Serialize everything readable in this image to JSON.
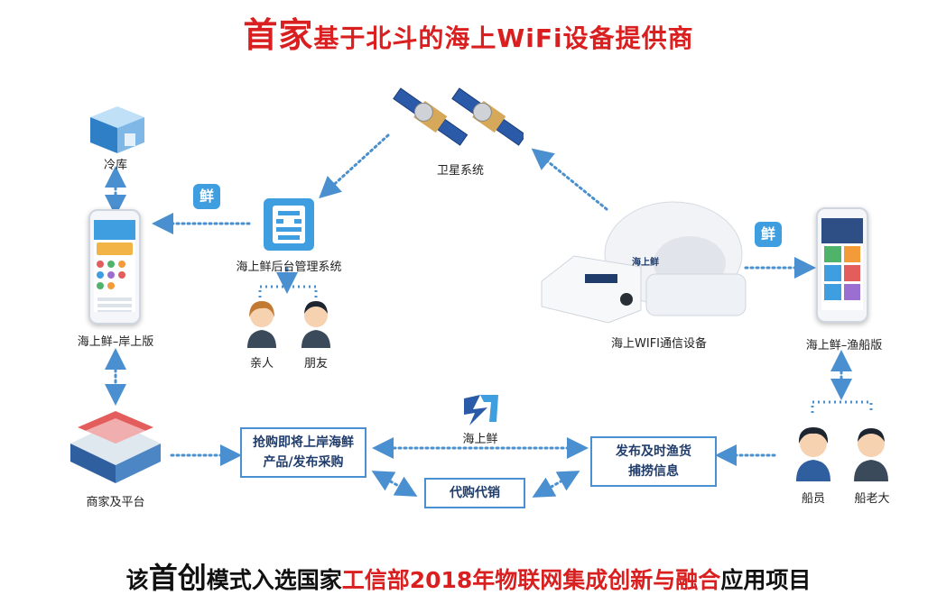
{
  "title": {
    "red_big": "首家",
    "rest": "基于北斗的海上WiFi设备提供商"
  },
  "labels": {
    "satellite": "卫星系统",
    "cold_storage": "冷库",
    "backend": "海上鲜后台管理系统",
    "shore_app": "海上鲜–岸上版",
    "wifi_device": "海上WIFI通信设备",
    "boat_app": "海上鲜–渔船版",
    "relatives": "亲人",
    "friends": "朋友",
    "brand": "海上鲜",
    "merchants": "商家及平台",
    "crew": "船员",
    "captain": "船老大",
    "app_icon_char": "鲜",
    "device_logo": "海上鲜"
  },
  "boxes": {
    "buy": [
      "抢购即将上岸海鲜",
      "产品/发布采购"
    ],
    "agent": "代购代销",
    "publish": [
      "发布及时渔货",
      "捕捞信息"
    ]
  },
  "footer": {
    "p1": "该",
    "p2": "首创",
    "p3": "模式入选国家",
    "p4": "工信部2018年物联网集成创新与融合",
    "p5": "应用项目"
  },
  "colors": {
    "accent_red": "#d91f1f",
    "arrow_blue": "#4a8fcf",
    "icon_blue": "#3f9ee0"
  }
}
